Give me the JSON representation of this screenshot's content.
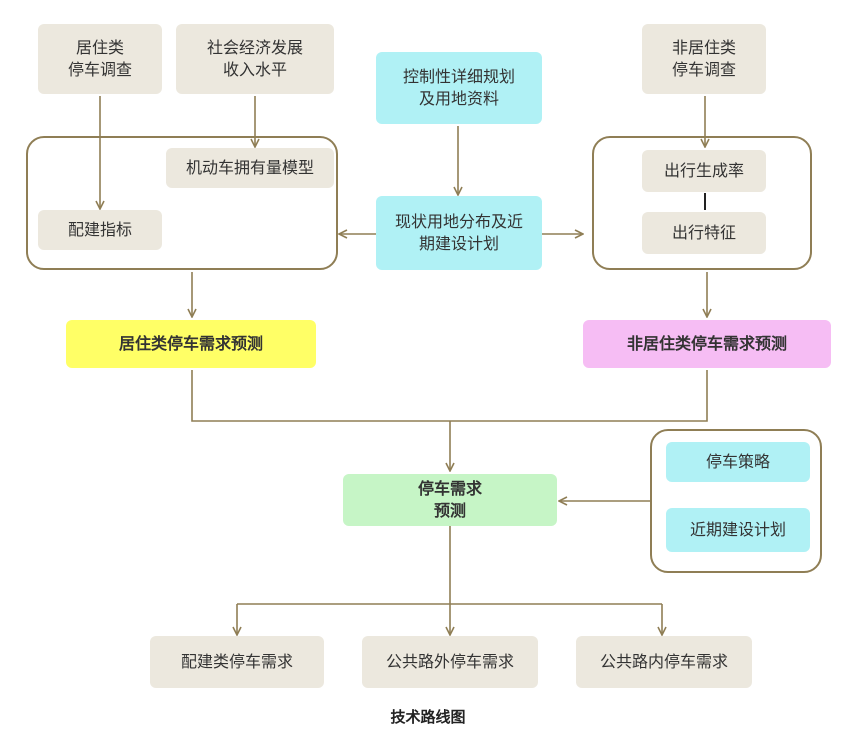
{
  "nodes": {
    "residential_survey": "居住类\n停车调查",
    "socio_economic": "社会经济发展\n收入水平",
    "regulatory_plan": "控制性详细规划\n及用地资料",
    "nonresidential_survey": "非居住类\n停车调查",
    "vehicle_model": "机动车拥有量模型",
    "parking_index": "配建指标",
    "land_use_status": "现状用地分布及近\n期建设计划",
    "trip_generation": "出行生成率",
    "trip_features": "出行特征",
    "residential_forecast": "居住类停车需求预测",
    "nonresidential_forecast": "非居住类停车需求预测",
    "parking_policy": "停车策略",
    "near_term_plan": "近期建设计划",
    "demand_forecast": "停车需求\n预测",
    "supporting_demand": "配建类停车需求",
    "offstreet_demand": "公共路外停车需求",
    "onstreet_demand": "公共路内停车需求"
  },
  "caption": "技术路线图",
  "colors": {
    "line": "#8f7e55",
    "beige": "#ece8de",
    "cyan": "#b0f1f5",
    "yellow": "#ffff66",
    "pink": "#f6bdf4",
    "green": "#c6f5c6"
  }
}
